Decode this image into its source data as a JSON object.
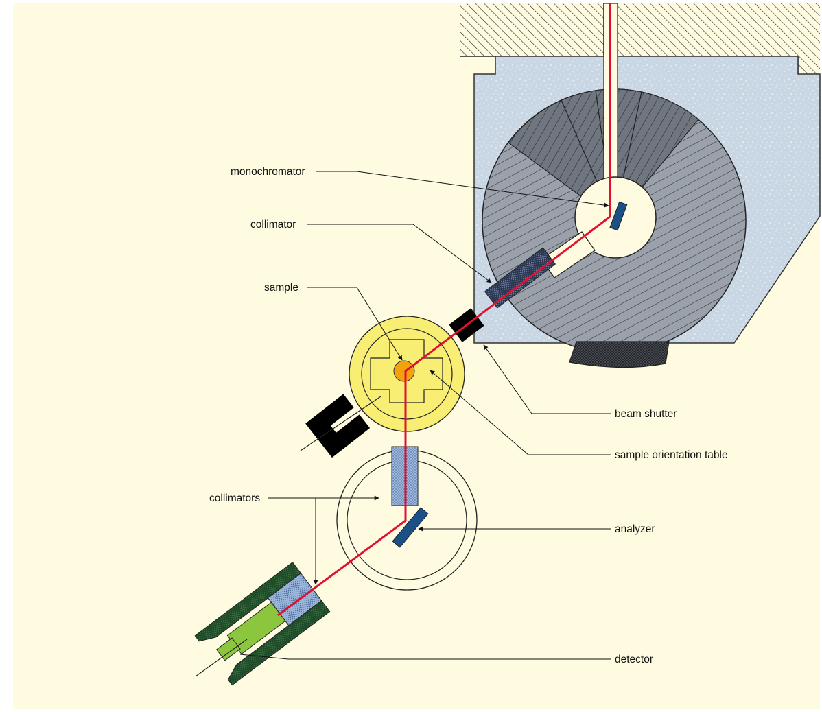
{
  "labels": {
    "monochromator": "monochromator",
    "collimator": "collimator",
    "sample": "sample",
    "beam_shutter": "beam shutter",
    "sample_orientation_table": "sample orientation table",
    "collimators": "collimators",
    "analyzer": "analyzer",
    "detector": "detector"
  },
  "colors": {
    "background": "#fefbe0",
    "beam": "#e01030",
    "shield_fill": "#c9d6e4",
    "drum": "#9aa1ab",
    "sample_table": "#f7ee73",
    "sample": "#f2a20c",
    "crystal": "#1c4f86",
    "collimator_dark": "#2a3550",
    "collimator_light": "#9db8dd",
    "detector_shield": "#1f4a28",
    "detector": "#8cc63f"
  }
}
